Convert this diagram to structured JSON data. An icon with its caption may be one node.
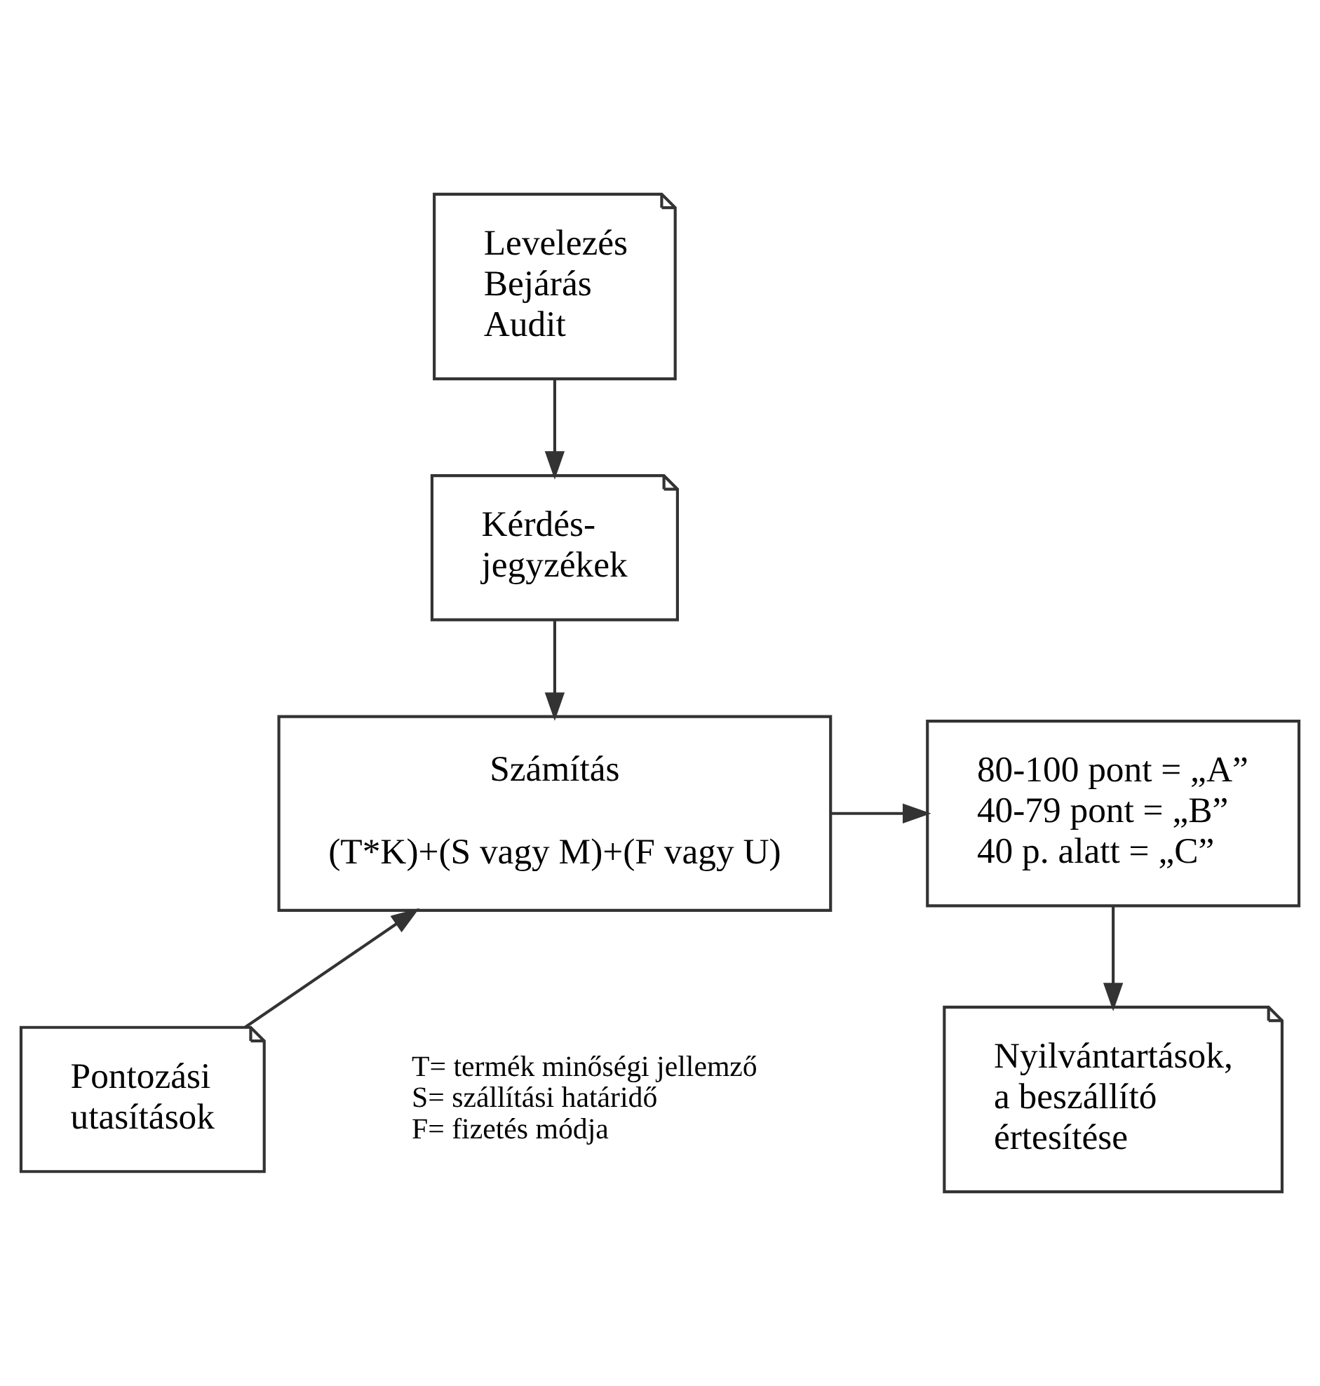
{
  "diagram": {
    "nodes": [
      {
        "text": [
          "Levelezés",
          "Bejárás",
          "Audit"
        ]
      },
      {
        "text": [
          "Kérdés- jegyzékek"
        ]
      },
      {
        "text": [
          "Pontozási utasítások"
        ]
      },
      {
        "text": [
          "Számítás",
          "(T*K)+(S vagy M)+(F vagy U)"
        ]
      },
      {
        "text": [
          "80-100 pont = „A”",
          "40-79 pont = „B”",
          "40 p. alatt = „C”"
        ]
      },
      {
        "text": [
          "Nyilvántartások, a beszállító értesítése"
        ]
      }
    ],
    "edges": [
      {
        "from": 0,
        "to": 1,
        "arrow": "to"
      },
      {
        "from": 1,
        "to": 3,
        "arrow": "to"
      },
      {
        "from": 2,
        "to": 3,
        "arrow": "to"
      },
      {
        "from": 3,
        "to": 4,
        "arrow": "to"
      },
      {
        "from": 4,
        "to": 5,
        "arrow": "to"
      }
    ],
    "labels": [
      "T= termék minőségi jellemző",
      "S= szállítási határidő",
      "F= fizetés módja"
    ]
  }
}
